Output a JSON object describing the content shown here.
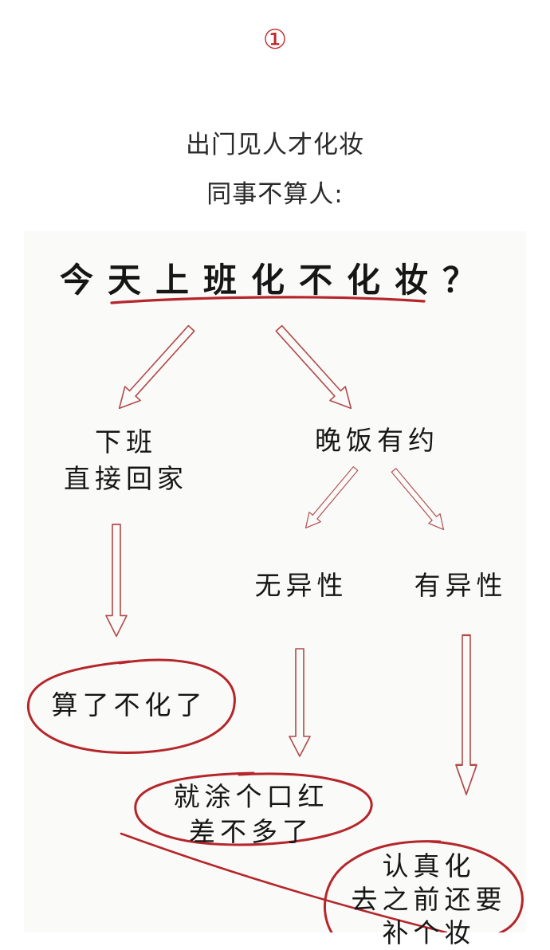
{
  "header": {
    "step_number": "①",
    "intro_line_1": "出门见人才化妆",
    "intro_line_2": "同事不算人:"
  },
  "flowchart": {
    "question": "今天上班化不化妆？",
    "branch_left": {
      "line_1": "下班",
      "line_2": "直接回家",
      "outcome": "算了不化了"
    },
    "branch_right": {
      "label": "晚饭有约",
      "no_opposite_sex": {
        "label": "无异性",
        "outcome_line_1": "就涂个口红",
        "outcome_line_2": "差不多了"
      },
      "opposite_sex": {
        "label": "有异性",
        "outcome_line_1": "认真化",
        "outcome_line_2": "去之前还要",
        "outcome_line_3": "补个妆"
      }
    }
  },
  "colors": {
    "accent_red": "#b5262b",
    "arrow_red": "#b04a4a",
    "ink": "#161616",
    "panel_bg": "#fafaf8"
  }
}
